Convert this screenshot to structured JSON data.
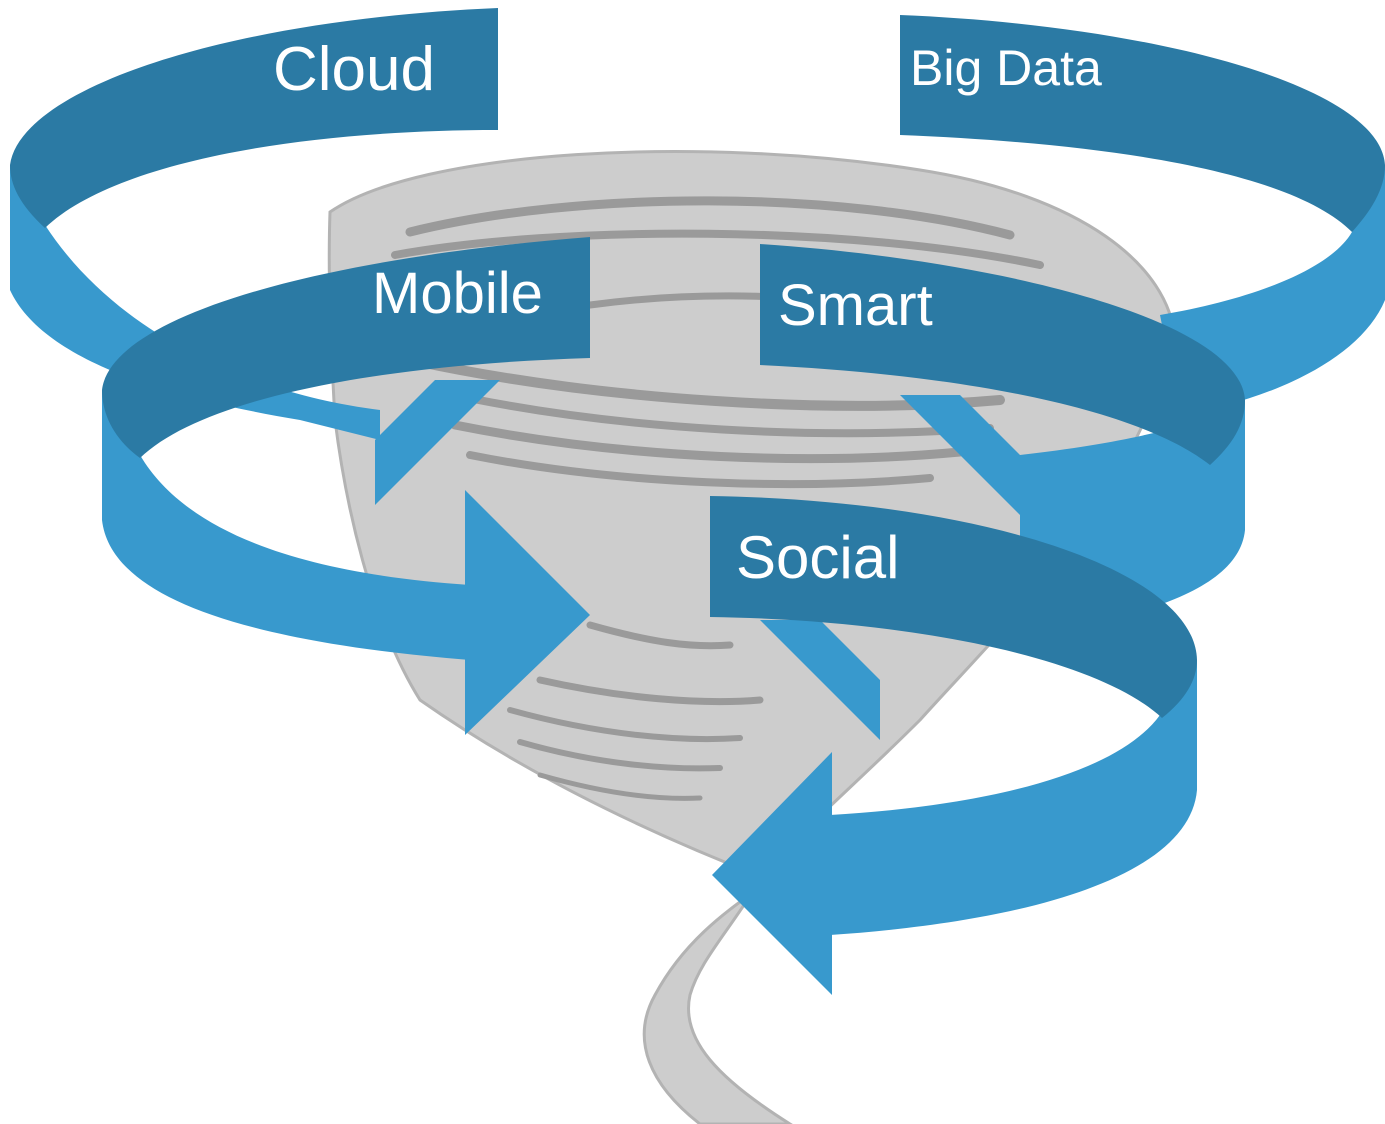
{
  "colors": {
    "background": "#ffffff",
    "ribbon_dark": "#2b7aa4",
    "ribbon_light": "#3899cd",
    "tornado_fill": "#cdcdcd",
    "tornado_outline": "#b3b3b3",
    "tornado_bands": "#9a9a9a",
    "label_text": "#ffffff"
  },
  "labels": {
    "cloud": "Cloud",
    "big_data": "Big Data",
    "mobile": "Mobile",
    "smart": "Smart",
    "social": "Social"
  }
}
